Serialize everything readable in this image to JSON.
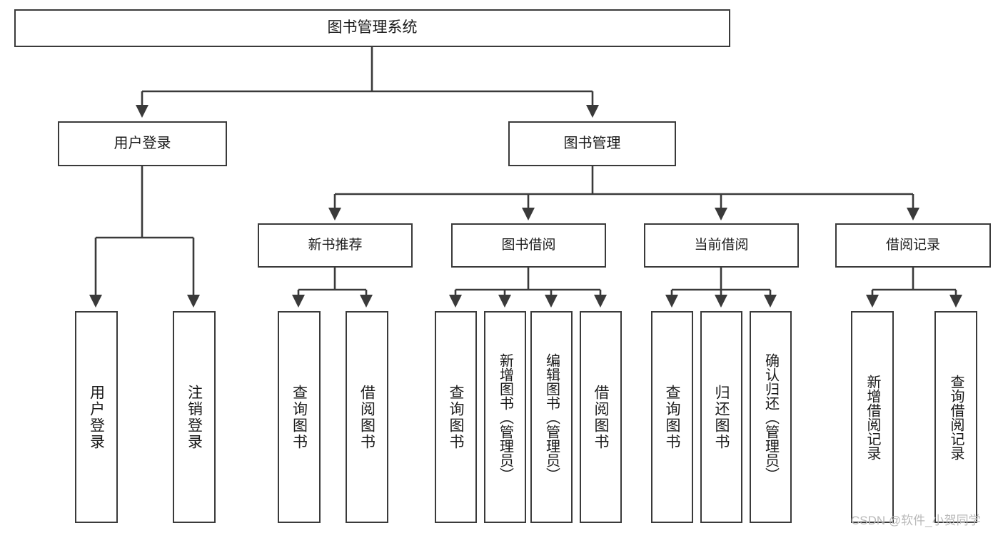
{
  "diagram": {
    "title": "图书管理系统",
    "type": "tree-hierarchy-diagram",
    "colors": {
      "box_border": "#3a3a3a",
      "box_fill": "#ffffff",
      "connector": "#3a3a3a",
      "background": "#ffffff",
      "watermark": "#b9b9b9"
    },
    "root": {
      "id": "root",
      "label": "图书管理系统"
    },
    "level2": [
      {
        "id": "user-login",
        "label": "用户登录"
      },
      {
        "id": "book-management",
        "label": "图书管理"
      }
    ],
    "level3": [
      {
        "id": "new-book-recommend",
        "label": "新书推荐",
        "parent": "book-management"
      },
      {
        "id": "book-borrow",
        "label": "图书借阅",
        "parent": "book-management"
      },
      {
        "id": "current-borrow",
        "label": "当前借阅",
        "parent": "book-management"
      },
      {
        "id": "borrow-record",
        "label": "借阅记录",
        "parent": "book-management"
      }
    ],
    "leaves": [
      {
        "id": "leaf-user-login",
        "label": "用户登录",
        "parent": "user-login"
      },
      {
        "id": "leaf-user-logout",
        "label": "注销登录",
        "parent": "user-login"
      },
      {
        "id": "leaf-query-book-1",
        "label": "查询图书",
        "parent": "new-book-recommend"
      },
      {
        "id": "leaf-borrow-book-1",
        "label": "借阅图书",
        "parent": "new-book-recommend"
      },
      {
        "id": "leaf-query-book-2",
        "label": "查询图书",
        "parent": "book-borrow"
      },
      {
        "id": "leaf-add-book",
        "label": "新增图书（管理员）",
        "parent": "book-borrow"
      },
      {
        "id": "leaf-edit-book",
        "label": "编辑图书（管理员）",
        "parent": "book-borrow"
      },
      {
        "id": "leaf-borrow-book-2",
        "label": "借阅图书",
        "parent": "book-borrow"
      },
      {
        "id": "leaf-query-book-3",
        "label": "查询图书",
        "parent": "current-borrow"
      },
      {
        "id": "leaf-return-book",
        "label": "归还图书",
        "parent": "current-borrow"
      },
      {
        "id": "leaf-confirm-return",
        "label": "确认归还（管理员）",
        "parent": "current-borrow"
      },
      {
        "id": "leaf-add-record",
        "label": "新增借阅记录",
        "parent": "borrow-record"
      },
      {
        "id": "leaf-query-record",
        "label": "查询借阅记录",
        "parent": "borrow-record"
      }
    ],
    "watermark": "CSDN @软件_小贺同学"
  }
}
